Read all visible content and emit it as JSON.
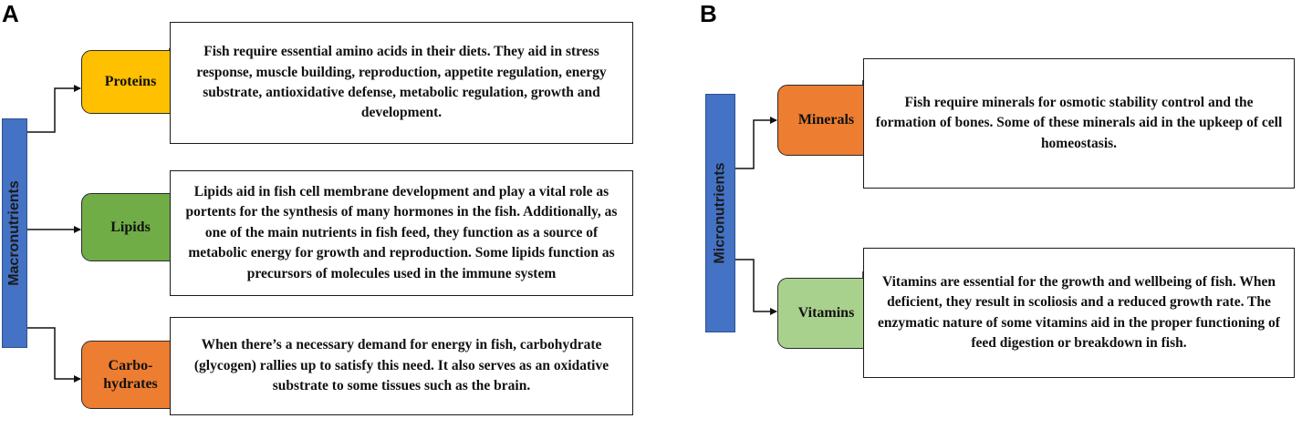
{
  "panels": {
    "a": {
      "letter": "A",
      "category": "Macronutrients",
      "items": [
        {
          "label": "Proteins",
          "color": "#ffc000",
          "description": "Fish require essential amino acids in their diets. They aid in stress response, muscle building, reproduction, appetite regulation, energy substrate, antioxidative defense, metabolic regulation, growth and development."
        },
        {
          "label": "Lipids",
          "color": "#70ad47",
          "description": "Lipids aid in fish cell membrane development and play a vital role as portents for the synthesis of many hormones in the fish. Additionally, as one of the main nutrients in fish feed, they function as a source of metabolic energy for growth and reproduction. Some lipids function as precursors of molecules used in the immune system"
        },
        {
          "label": "Carbo-hydrates",
          "color": "#ed7d31",
          "description": "When there’s a necessary demand for energy in fish, carbohydrate (glycogen) rallies up to satisfy this need. It also serves as an oxidative substrate to some tissues such as the brain."
        }
      ]
    },
    "b": {
      "letter": "B",
      "category": "Micronutrients",
      "items": [
        {
          "label": "Minerals",
          "color": "#ed7d31",
          "description": "Fish require minerals for osmotic stability control and the formation of bones. Some of these minerals aid in the upkeep of cell homeostasis."
        },
        {
          "label": "Vitamins",
          "color": "#a9d18e",
          "description": "Vitamins are essential for the growth and wellbeing of fish. When deficient, they result in scoliosis and a reduced growth rate. The enzymatic nature of some vitamins aid in the proper functioning of feed digestion or breakdown in fish."
        }
      ]
    }
  }
}
